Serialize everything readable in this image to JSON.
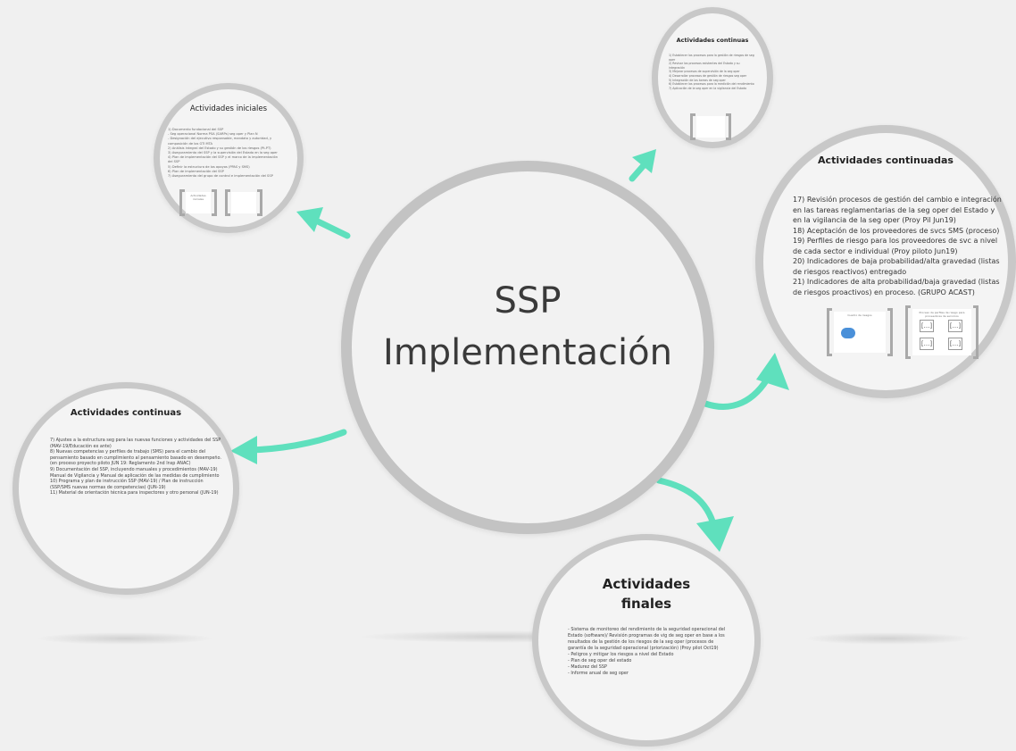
{
  "main": {
    "title_line1": "SSP",
    "title_line2": "Implementación"
  },
  "nodes": {
    "iniciales": {
      "title": "Actividades iniciales",
      "items": [
        "1) Documento fundacional del SSP",
        "- Seg operacional Norma PSA (SARPs) seg oper y Plan N",
        "- Designación del ejecutivo responsable, mandato y autoridad, y",
        "  composición de los GTI MTA",
        "2) Análisis integral del Estado y su gestión de los riesgos (Pt-PT)",
        "3) Aseguramiento del SSP y la supervisión del Estado en la seg oper",
        "4) Plan de implementación del SSP y el marco de la implementación",
        "   del SSP",
        "5) Definir la estructura de los apoyos (PPAS y SMS)",
        "6) Plan de implementación del SSP",
        "7) Aseguramiento del grupo de control e implementación del SSP"
      ],
      "thumb_label": "Actividades iniciales"
    },
    "cont_top": {
      "title": "Actividades continuas",
      "items": [
        "1) Establecer los procesos para la gestión de riesgos de seg oper",
        "2) Revisar los procesos existentes del Estado y su integración",
        "3) Mejorar procesos de supervisión de la seg oper",
        "4) Desarrollar procesos de gestión de riesgos seg oper",
        "5) Integración de las tareas de seg oper",
        "6) Establecer los procesos para la medición del rendimiento",
        "7) Aplicación de la seg oper en la vigilancia del Estado"
      ]
    },
    "continuadas": {
      "title": "Actividades continuadas",
      "items": [
        "17) Revisión procesos de gestión del cambio e integración en las tareas reglamentarias de la seg oper del Estado y en la vigilancia de la seg oper (Proy Pil Jun19)",
        "18) Aceptación de los proveedores de svcs SMS (proceso)",
        "19) Perfiles de riesgo para los proveedores de svc a nivel de cada sector e individual (Proy piloto Jun19)",
        "20) Indicadores de baja probabilidad/alta gravedad (listas de riesgos reactivos) entregado",
        "21) Indicadores de alta probabilidad/baja gravedad (listas de riesgos proactivos) en proceso. (GRUPO ACAST)"
      ],
      "thumb1_label": "Cuadro de riesgos",
      "thumb2_label": "Proceso de perfiles de riesgo para proveedores de servicios",
      "cell_text": "[...]"
    },
    "cont_left": {
      "title": "Actividades continuas",
      "items": [
        "7) Ajustes a la estructura seg para las nuevas funciones y actividades del SSP (MAV-19/Educación ex ante)",
        "8) Nuevas competencias y perfiles de trabajo (SMS) para el cambio del pensamiento basado en cumplimiento al pensamiento basado en desempeño. (en proceso proyecto piloto JUN 19: Reglamento 2nd Insp ANAC)",
        "9) Documentación del SSP, incluyendo manuales y procedimientos (MAV-19) Manual de Vigilancia y Manual de aplicación de las medidas de cumplimiento",
        "10) Programa y plan de instrucción SSP (MAV-19) / Plan de instrucción (SSP/SMS nuevas normas de competencias) (JUN-19)",
        "11) Material de orientación técnica para inspectores y otro personal (JUN-19)"
      ]
    },
    "finales": {
      "title_line1": "Actividades",
      "title_line2": "finales",
      "items": [
        "- Sistema de monitoreo del rendimiento de la seguridad operacional del Estado (software)/ Revisión programas de vig de seg oper en base a los resultados de la gestión de los riesgos de la seg oper (procesos de garantía de la seguridad operacional (priorización) (Proy pilot Oct19)",
        "- Peligros y mitigar los riesgos a nivel del Estado",
        "- Plan de seg oper del estado",
        "- Madurez del SSP",
        "- Informe anual de seg oper"
      ]
    }
  },
  "colors": {
    "background": "#f0f0f0",
    "ring": "#c3c3c3",
    "arrow": "#5fe0bd",
    "title": "#3a3a3a"
  }
}
